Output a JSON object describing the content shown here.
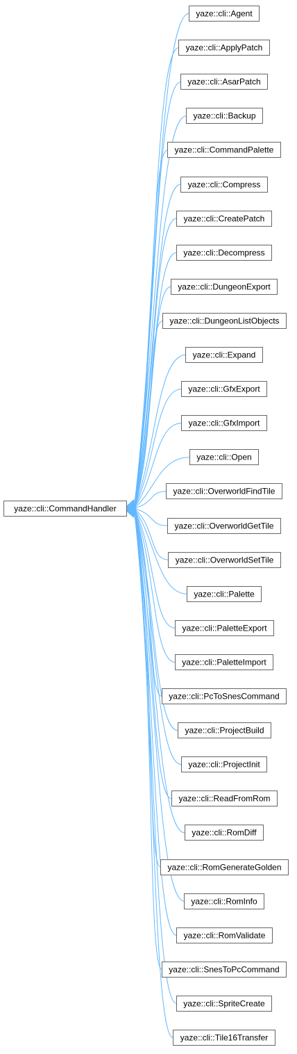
{
  "diagram": {
    "base": {
      "label": "yaze::cli::CommandHandler"
    },
    "derived": [
      {
        "label": "yaze::cli::Agent"
      },
      {
        "label": "yaze::cli::ApplyPatch"
      },
      {
        "label": "yaze::cli::AsarPatch"
      },
      {
        "label": "yaze::cli::Backup"
      },
      {
        "label": "yaze::cli::CommandPalette"
      },
      {
        "label": "yaze::cli::Compress"
      },
      {
        "label": "yaze::cli::CreatePatch"
      },
      {
        "label": "yaze::cli::Decompress"
      },
      {
        "label": "yaze::cli::DungeonExport"
      },
      {
        "label": "yaze::cli::DungeonListObjects"
      },
      {
        "label": "yaze::cli::Expand"
      },
      {
        "label": "yaze::cli::GfxExport"
      },
      {
        "label": "yaze::cli::GfxImport"
      },
      {
        "label": "yaze::cli::Open"
      },
      {
        "label": "yaze::cli::OverworldFindTile"
      },
      {
        "label": "yaze::cli::OverworldGetTile"
      },
      {
        "label": "yaze::cli::OverworldSetTile"
      },
      {
        "label": "yaze::cli::Palette"
      },
      {
        "label": "yaze::cli::PaletteExport"
      },
      {
        "label": "yaze::cli::PaletteImport"
      },
      {
        "label": "yaze::cli::PcToSnesCommand"
      },
      {
        "label": "yaze::cli::ProjectBuild"
      },
      {
        "label": "yaze::cli::ProjectInit"
      },
      {
        "label": "yaze::cli::ReadFromRom"
      },
      {
        "label": "yaze::cli::RomDiff"
      },
      {
        "label": "yaze::cli::RomGenerateGolden"
      },
      {
        "label": "yaze::cli::RomInfo"
      },
      {
        "label": "yaze::cli::RomValidate"
      },
      {
        "label": "yaze::cli::SnesToPcCommand"
      },
      {
        "label": "yaze::cli::SpriteCreate"
      },
      {
        "label": "yaze::cli::Tile16Transfer"
      }
    ]
  },
  "colors": {
    "edge": "#63b8ff",
    "node_border": "#666666",
    "node_fill": "#ffffff",
    "text": "#000000",
    "background": "#ffffff"
  }
}
